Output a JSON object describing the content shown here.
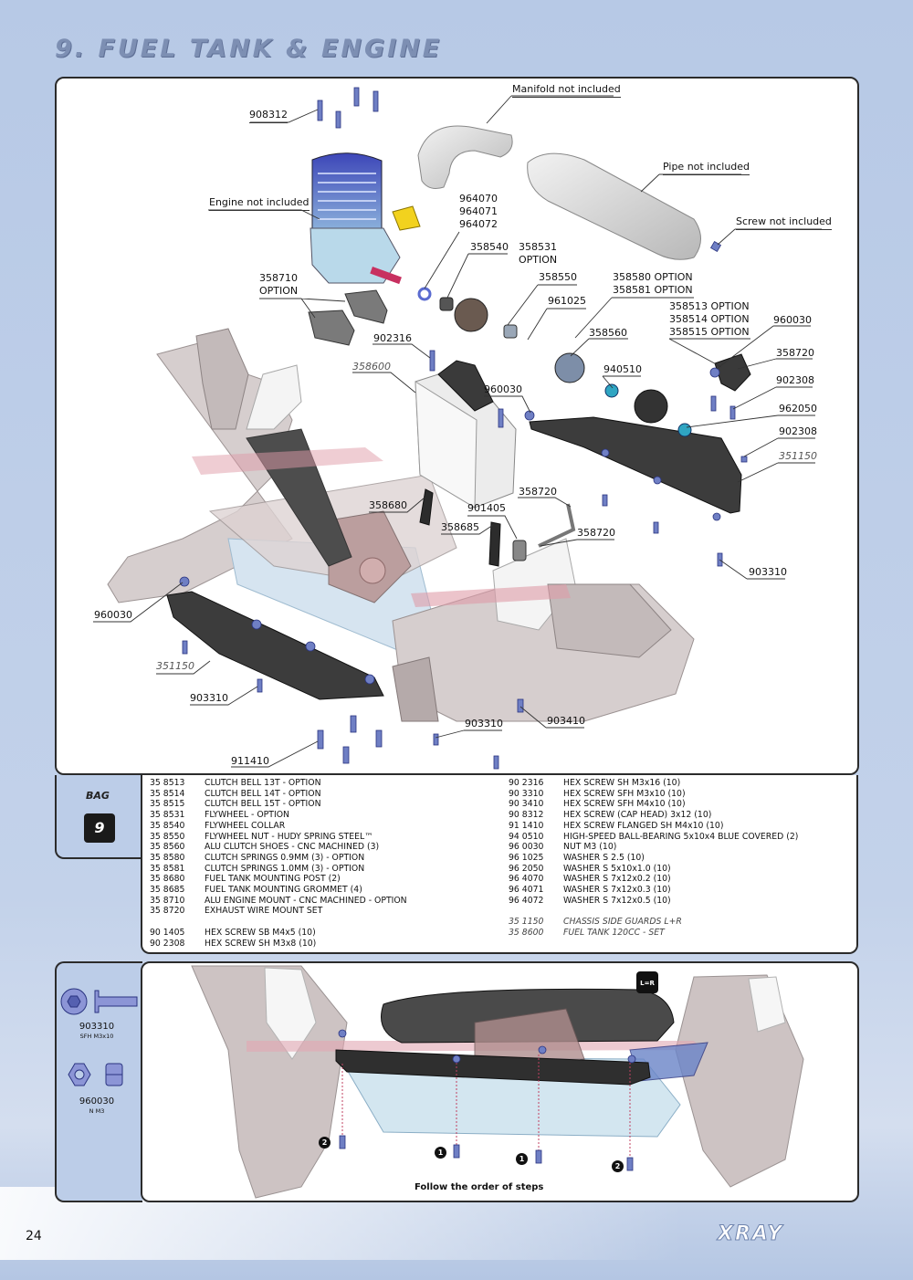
{
  "title": "9. FUEL TANK & ENGINE",
  "page_number": "24",
  "brand_logo": "XRAY",
  "callouts": {
    "c908312": "908312",
    "manifold": "Manifold not included",
    "pipe": "Pipe not included",
    "engine": "Engine not included",
    "screw": "Screw not included",
    "c964070": "964070",
    "c964071": "964071",
    "c964072": "964072",
    "c358540": "358540",
    "c358531": "358531",
    "c358531_opt": "OPTION",
    "c358550": "358550",
    "c358580": "358580 OPTION",
    "c358581": "358581 OPTION",
    "c358710": "358710",
    "c358710_opt": "OPTION",
    "c961025": "961025",
    "c358513": "358513 OPTION",
    "c358514": "358514 OPTION",
    "c358515": "358515 OPTION",
    "c960030a": "960030",
    "c902316": "902316",
    "c358560": "358560",
    "c358720a": "358720",
    "c358600": "358600",
    "c940510": "940510",
    "c902308a": "902308",
    "c960030b": "960030",
    "c962050": "962050",
    "c902308b": "902308",
    "c351150a": "351150",
    "c358720b": "358720",
    "c358680": "358680",
    "c901405": "901405",
    "c358685": "358685",
    "c358720c": "358720",
    "c903310a": "903310",
    "c960030c": "960030",
    "c351150b": "351150",
    "c903310b": "903310",
    "c903410": "903410",
    "c903310c": "903310",
    "c911410": "911410"
  },
  "bag": {
    "label": "BAG",
    "number": "9"
  },
  "parts_left": [
    {
      "code": "35 8513",
      "desc": "CLUTCH BELL 13T - OPTION"
    },
    {
      "code": "35 8514",
      "desc": "CLUTCH BELL 14T - OPTION"
    },
    {
      "code": "35 8515",
      "desc": "CLUTCH BELL 15T - OPTION"
    },
    {
      "code": "35 8531",
      "desc": "FLYWHEEL - OPTION"
    },
    {
      "code": "35 8540",
      "desc": "FLYWHEEL COLLAR"
    },
    {
      "code": "35 8550",
      "desc": "FLYWHEEL NUT - HUDY SPRING STEEL™"
    },
    {
      "code": "35 8560",
      "desc": "ALU CLUTCH SHOES - CNC MACHINED (3)"
    },
    {
      "code": "35 8580",
      "desc": "CLUTCH SPRINGS 0.9MM (3) - OPTION"
    },
    {
      "code": "35 8581",
      "desc": "CLUTCH SPRINGS 1.0MM (3) - OPTION"
    },
    {
      "code": "35 8680",
      "desc": "FUEL TANK MOUNTING POST (2)"
    },
    {
      "code": "35 8685",
      "desc": "FUEL TANK MOUNTING GROMMET (4)"
    },
    {
      "code": "35 8710",
      "desc": "ALU ENGINE MOUNT - CNC MACHINED - OPTION"
    },
    {
      "code": "35 8720",
      "desc": "EXHAUST WIRE MOUNT SET"
    }
  ],
  "parts_left_extra": [
    {
      "code": "90 1405",
      "desc": "HEX SCREW  SB M4x5  (10)"
    },
    {
      "code": "90 2308",
      "desc": "HEX SCREW  SH M3x8  (10)"
    }
  ],
  "parts_right": [
    {
      "code": "90 2316",
      "desc": "HEX SCREW  SH M3x16  (10)"
    },
    {
      "code": "90 3310",
      "desc": "HEX SCREW  SFH M3x10  (10)"
    },
    {
      "code": "90 3410",
      "desc": "HEX SCREW  SFH M4x10  (10)"
    },
    {
      "code": "90 8312",
      "desc": "HEX SCREW (CAP HEAD) 3x12  (10)"
    },
    {
      "code": "91 1410",
      "desc": "HEX SCREW FLANGED SH M4x10  (10)"
    },
    {
      "code": "94 0510",
      "desc": "HIGH-SPEED BALL-BEARING 5x10x4 BLUE COVERED (2)"
    },
    {
      "code": "96 0030",
      "desc": "NUT M3  (10)"
    },
    {
      "code": "96 1025",
      "desc": "WASHER S 2.5 (10)"
    },
    {
      "code": "96 2050",
      "desc": "WASHER S 5x10x1.0 (10)"
    },
    {
      "code": "96 4070",
      "desc": "WASHER S 7x12x0.2 (10)"
    },
    {
      "code": "96 4071",
      "desc": "WASHER S 7x12x0.3 (10)"
    },
    {
      "code": "96 4072",
      "desc": "WASHER S 7x12x0.5 (10)"
    }
  ],
  "parts_right_italic": [
    {
      "code": "35 1150",
      "desc": "CHASSIS SIDE GUARDS L+R"
    },
    {
      "code": "35 8600",
      "desc": "FUEL TANK 120CC - SET"
    }
  ],
  "hardware": [
    {
      "code": "903310",
      "sub": "SFH M3x10"
    },
    {
      "code": "960030",
      "sub": "N M3"
    }
  ],
  "bottom": {
    "instruction": "Follow the order of steps",
    "lr_icon": "L=R",
    "steps": [
      "1",
      "1",
      "2",
      "2"
    ]
  },
  "colors": {
    "background": "#bccde8",
    "title": "#7d8fb3",
    "screw_blue": "#6f7fc4",
    "frame": "#2b2b2b"
  }
}
